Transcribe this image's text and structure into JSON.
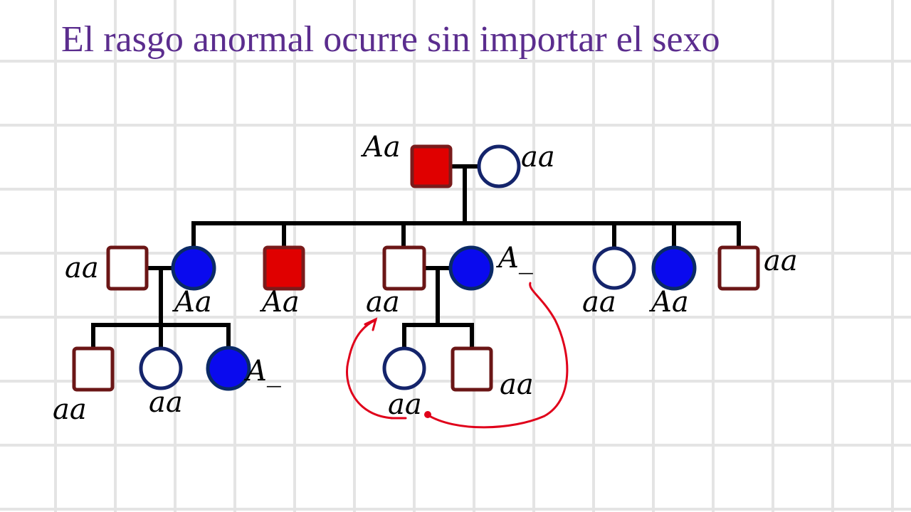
{
  "title": "El rasgo anormal ocurre sin importar el sexo",
  "labels": {
    "gen1_father": "Aa",
    "gen1_mother": "aa",
    "gen2_husband1": "aa",
    "gen2_wife1": "Aa",
    "gen2_son": "Aa",
    "gen2_husband2": "aa",
    "gen2_wife2": "A_",
    "gen2_daughter2": "aa",
    "gen2_daughter3": "Aa",
    "gen2_son3": "aa",
    "gen3_a_son": "aa",
    "gen3_a_daughter1": "aa",
    "gen3_a_daughter2": "A_",
    "gen3_b_daughter": "aa",
    "gen3_b_son": "aa"
  },
  "colors": {
    "title": "#5b2d8e",
    "affected_male": "#e00000",
    "affected_female": "#0a0aee",
    "annotation": "#e0001a"
  }
}
